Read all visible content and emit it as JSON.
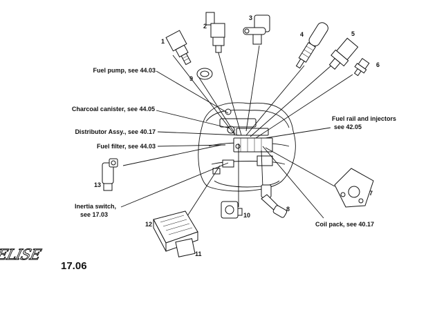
{
  "callouts": {
    "fuel_pump": "Fuel pump, see  44.03",
    "charcoal_canister": "Charcoal canister, see 44.05",
    "distributor": "Distributor Assy., see 40.17",
    "fuel_filter": "Fuel filter, see 44.03",
    "inertia_switch_line1": "Inertia switch,",
    "inertia_switch_line2": "see 17.03",
    "fuel_rail_line1": "Fuel rail and injectors",
    "fuel_rail_line2": "see  42.05",
    "coil_pack": "Coil pack, see 40.17"
  },
  "part_numbers": {
    "p1": "1",
    "p2": "2",
    "p3": "3",
    "p4": "4",
    "p5": "5",
    "p6": "6",
    "p7": "7",
    "p8": "8",
    "p9": "9",
    "p10": "10",
    "p11": "11",
    "p12": "12",
    "p13": "13"
  },
  "branding": {
    "logo_text": "ELISE",
    "page_ref": "17.06"
  }
}
